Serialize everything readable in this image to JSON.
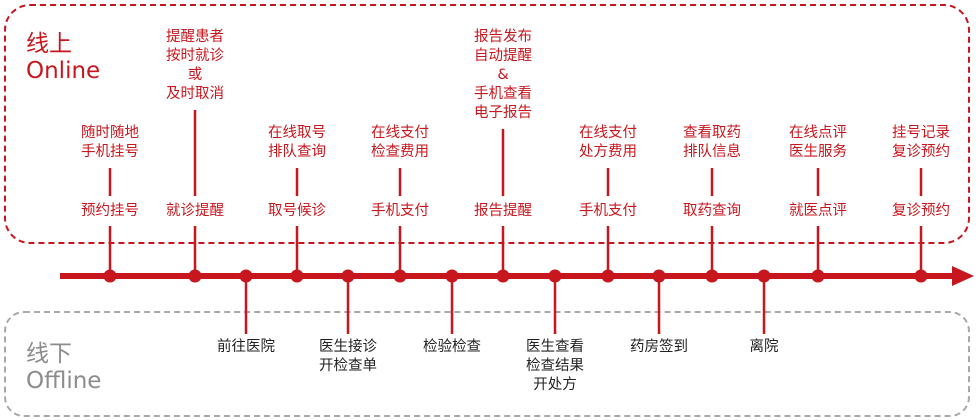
{
  "online": {
    "title_cn": "线上",
    "title_en": "Online",
    "items": [
      {
        "stage": "预约挂号",
        "detail": "随时随地\n手机挂号"
      },
      {
        "stage": "就诊提醒",
        "detail": "提醒患者\n按时就诊\n或\n及时取消"
      },
      {
        "stage": "取号候诊",
        "detail": "在线取号\n排队查询"
      },
      {
        "stage": "手机支付",
        "detail": "在线支付\n检查费用"
      },
      {
        "stage": "报告提醒",
        "detail": "报告发布\n自动提醒\n&\n手机查看\n电子报告"
      },
      {
        "stage": "手机支付",
        "detail": "在线支付\n处方费用"
      },
      {
        "stage": "取药查询",
        "detail": "查看取药\n排队信息"
      },
      {
        "stage": "就医点评",
        "detail": "在线点评\n医生服务"
      },
      {
        "stage": "复诊预约",
        "detail": "挂号记录\n复诊预约"
      }
    ]
  },
  "offline": {
    "title_cn": "线下",
    "title_en": "Offline",
    "items": [
      {
        "label": "前往医院"
      },
      {
        "label": "医生接诊\n开检查单"
      },
      {
        "label": "检验检查"
      },
      {
        "label": "医生查看\n检查结果\n开处方"
      },
      {
        "label": "药房签到"
      },
      {
        "label": "离院"
      }
    ]
  },
  "colors": {
    "online": "#c8161e",
    "offline": "#a8a8a8",
    "offline_title": "#8c8c8c",
    "timeline": "#c8161e",
    "offline_text": "#222222"
  }
}
